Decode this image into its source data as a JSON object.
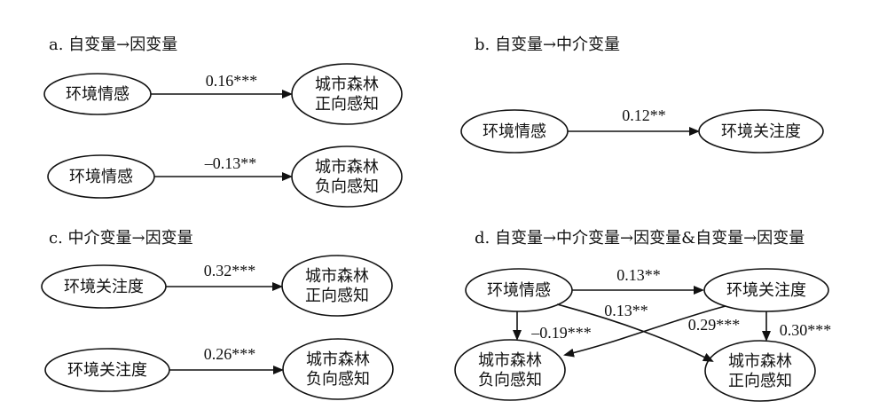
{
  "panels": {
    "a": {
      "title": "a. 自变量→因变量",
      "nodes": {
        "x1": "环境情感",
        "y1": "城市森林\n正向感知",
        "x2": "环境情感",
        "y2": "城市森林\n负向感知"
      },
      "coef": {
        "x1_y1": "0.16***",
        "x2_y2": "–0.13**"
      }
    },
    "b": {
      "title": "b. 自变量→中介变量",
      "nodes": {
        "x": "环境情感",
        "m": "环境关注度"
      },
      "coef": {
        "x_m": "0.12**"
      }
    },
    "c": {
      "title": "c. 中介变量→因变量",
      "nodes": {
        "m1": "环境关注度",
        "y1": "城市森林\n正向感知",
        "m2": "环境关注度",
        "y2": "城市森林\n负向感知"
      },
      "coef": {
        "m1_y1": "0.32***",
        "m2_y2": "0.26***"
      }
    },
    "d": {
      "title": "d. 自变量→中介变量→因变量&自变量→因变量",
      "nodes": {
        "x": "环境情感",
        "m": "环境关注度",
        "neg": "城市森林\n负向感知",
        "pos": "城市森林\n正向感知"
      },
      "coef": {
        "x_m": "0.13**",
        "x_pos": "0.13**",
        "x_neg": "–0.19***",
        "m_neg": "0.29***",
        "m_pos": "0.30***"
      }
    }
  }
}
